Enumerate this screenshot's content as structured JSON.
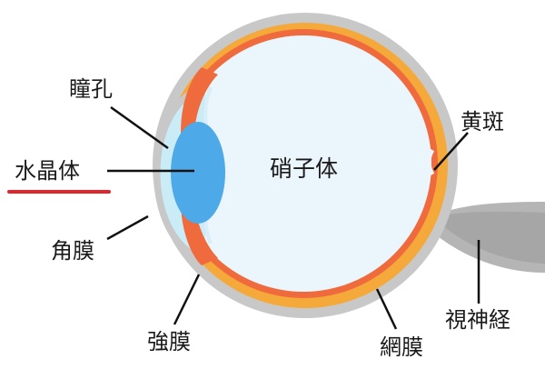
{
  "labels": {
    "pupil": "瞳孔",
    "lens": "水晶体",
    "cornea": "角膜",
    "sclera": "強膜",
    "vitreous": "硝子体",
    "macula": "黄斑",
    "optic_nerve": "視神経",
    "retina": "網膜"
  },
  "highlighted_label": "lens",
  "colors": {
    "sclera": "#c8c8c8",
    "choroid": "#f4a93a",
    "retina": "#ef6a3c",
    "iris": "#ef6a3c",
    "vitreous": "#eaf6fc",
    "cornea": "#c9ecf7",
    "lens": "#4da9e8",
    "optic_nerve": "#b5b5b5",
    "leader_line": "#111111",
    "highlight_underline": "#e2242d"
  }
}
